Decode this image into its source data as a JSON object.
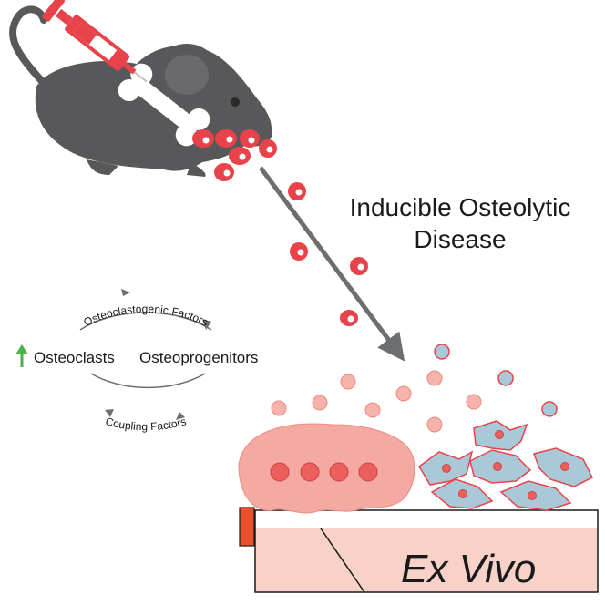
{
  "title": {
    "line1": "Inducible Osteolytic",
    "line2": "Disease"
  },
  "cycle": {
    "left_label": "Osteoclasts",
    "right_label": "Osteoprogenitors",
    "top_arc_label": "Osteoclastogenic Factors",
    "bottom_arc_label": "Coupling Factors",
    "increase_indicator_icon": "up-arrow-icon"
  },
  "flask": {
    "label": "Ex Vivo"
  },
  "icons": [
    "mouse-icon",
    "syringe-icon",
    "bone-icon",
    "flow-arrow-icon",
    "culture-flask-icon"
  ],
  "colors": {
    "mouse": "#58585a",
    "injected_cell": "#e8434a",
    "cell_nucleus": "#ffffff",
    "released_cell": "#f6b3ab",
    "osteoclast_body": "#f4a9a3",
    "osteoclast_nucleus": "#ec5f5c",
    "osteoprogenitor": "#a9c9d9",
    "osteoprogenitor_outline": "#e8434a",
    "flask_fill": "#f8d2c8",
    "flask_cap": "#e8522a",
    "arrow": "#6d6e70",
    "increase_arrow": "#4caf50",
    "text": "#1a1a1a"
  }
}
